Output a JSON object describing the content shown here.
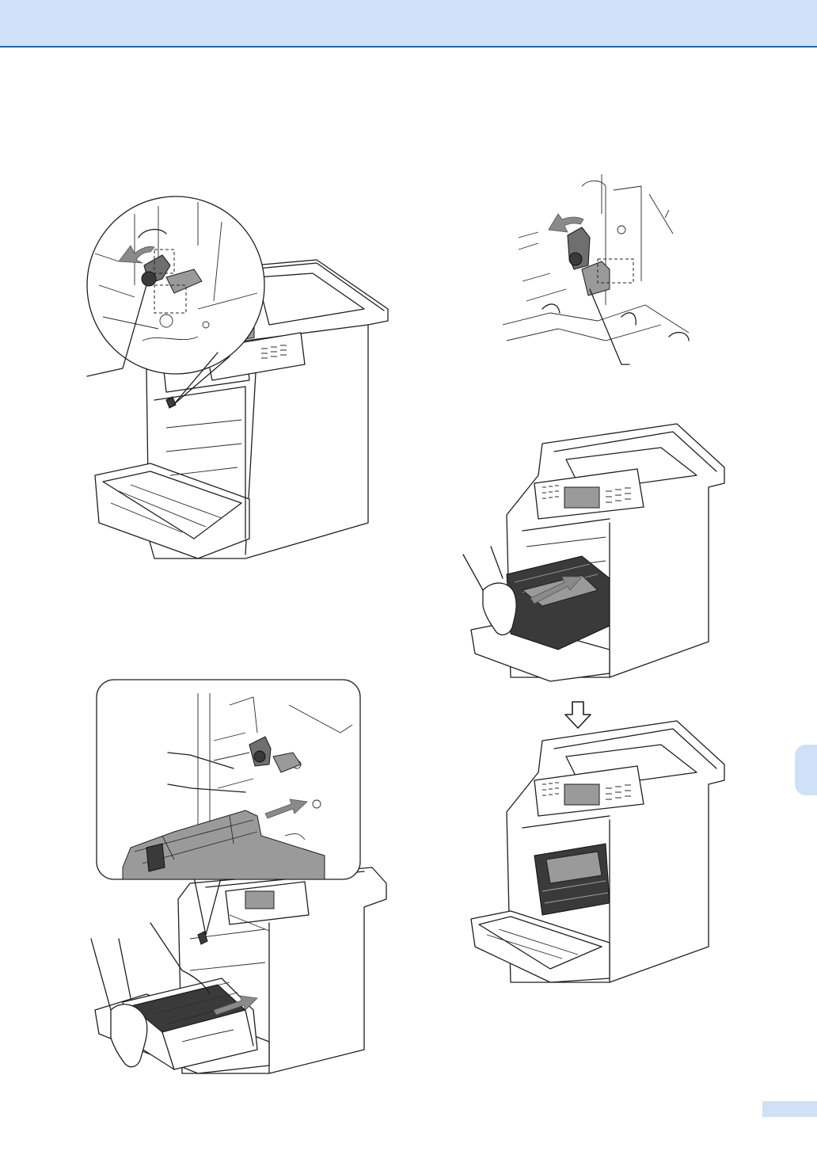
{
  "colors": {
    "header_band": "#cfe0f7",
    "header_rule": "#2d64a6",
    "side_tab": "#cfe0f7",
    "page_number_tab": "#cfe0f7"
  },
  "figures": [
    {
      "id": "fig-lock-lever-green-turn-left",
      "callouts": 1
    },
    {
      "id": "fig-lock-lever-closeup-right",
      "callouts": 1
    },
    {
      "id": "fig-insert-drum-unit-closeup",
      "callouts": 2
    },
    {
      "id": "fig-push-drum-unit-in",
      "callouts": 2
    },
    {
      "id": "fig-drum-installed-result",
      "callouts": 0
    }
  ],
  "icons": [
    "down-arrow-icon"
  ]
}
